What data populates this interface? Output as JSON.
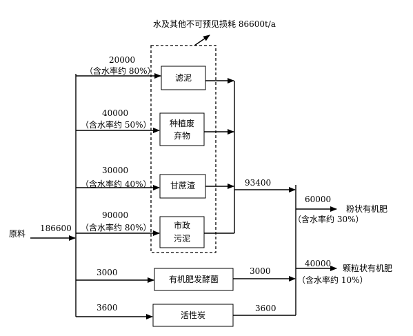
{
  "loss_label": "水及其他不可预见损耗 86600t/a",
  "raw": {
    "label": "原料",
    "amount": "186600"
  },
  "inputs": [
    {
      "amount": "20000",
      "moisture": "（含水率约 80%）",
      "box": [
        "滤泥"
      ]
    },
    {
      "amount": "40000",
      "moisture": "（含水率约 50%）",
      "box": [
        "种植废",
        "弃物"
      ]
    },
    {
      "amount": "30000",
      "moisture": "（含水率约 40%）",
      "box": [
        "甘蔗渣"
      ]
    },
    {
      "amount": "90000",
      "moisture": "（含水率约 80%）",
      "box": [
        "市政",
        "污泥"
      ]
    }
  ],
  "merge_amount": "93400",
  "additives": [
    {
      "amount_in": "3000",
      "box": "有机肥发酵菌",
      "amount_out": "3000"
    },
    {
      "amount_in": "3600",
      "box": "活性炭",
      "amount_out": "3600"
    }
  ],
  "outputs": [
    {
      "amount": "60000",
      "moisture": "（含水率约 30%）",
      "label": "粉状有机肥"
    },
    {
      "amount": "40000",
      "moisture": "（含水率约 10%）",
      "label": "颗粒状有机肥"
    }
  ]
}
